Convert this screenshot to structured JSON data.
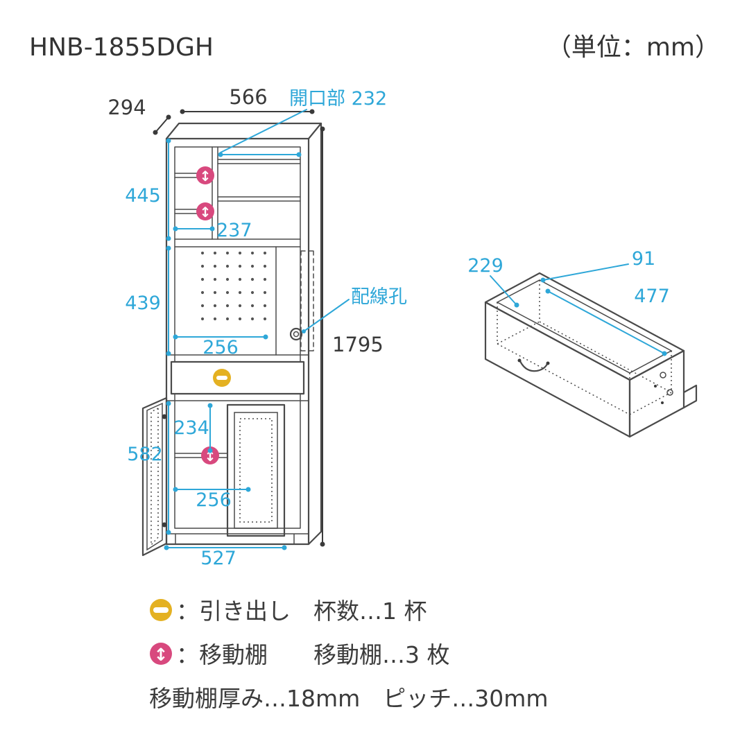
{
  "header": {
    "model": "HNB-1855DGH",
    "unit_note": "（単位：mm）"
  },
  "colors": {
    "dimension_accent": "#2ea7d8",
    "outline": "#4a4a4a",
    "movable_shelf_icon": "#d8497e",
    "drawer_icon": "#e4b122",
    "text": "#3b3b3b"
  },
  "cabinet": {
    "dimensions": {
      "depth": "294",
      "width": "566",
      "overall_height": "1795",
      "opening_label": "開口部 232",
      "upper_section_height": "445",
      "upper_left_opening_width": "237",
      "middle_section_height": "439",
      "middle_opening_width": "256",
      "wiring_hole_label": "配線孔",
      "door_top_to_shelf": "234",
      "lower_section_height": "582",
      "lower_opening_width": "256",
      "base_inner_width": "527"
    }
  },
  "drawer_detail": {
    "dimensions": {
      "depth": "229",
      "height": "91",
      "width": "477"
    }
  },
  "legend": {
    "drawer_row": "：引き出し　杯数…1 杯",
    "shelf_row": "：移動棚　　移動棚…3 枚",
    "note": "移動棚厚み…18mm　ピッチ…30mm",
    "shelf_arrow_glyph": "↕"
  }
}
